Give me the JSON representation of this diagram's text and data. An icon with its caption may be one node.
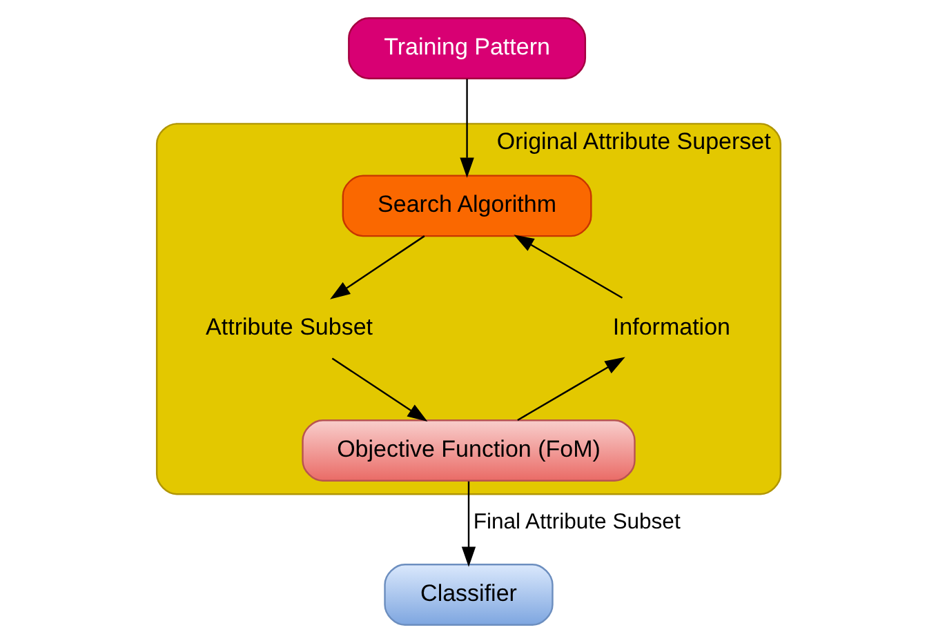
{
  "diagram": {
    "nodes": [
      {
        "text": [
          "Training Pattern"
        ]
      },
      {
        "text": [
          "Original Attribute Superset"
        ]
      },
      {
        "text": [
          "Search Algorithm"
        ],
        "in": 1
      },
      {
        "text": [
          "Attribute Subset"
        ],
        "in": 1
      },
      {
        "text": [
          "Objective Function (FoM)"
        ],
        "in": 1
      },
      {
        "text": [
          "Information"
        ],
        "in": 1
      },
      {
        "text": [
          "Classifier"
        ]
      }
    ],
    "edges": [
      {
        "from": 0,
        "to": 2,
        "arrow": "to"
      },
      {
        "from": 2,
        "to": 3,
        "arrow": "to"
      },
      {
        "from": 3,
        "to": 4,
        "arrow": "to"
      },
      {
        "from": 4,
        "to": 5,
        "arrow": "to"
      },
      {
        "from": 5,
        "to": 2,
        "arrow": "to"
      },
      {
        "from": 4,
        "to": 6,
        "arrow": "to",
        "label": "Final Attribute Subset"
      }
    ]
  }
}
